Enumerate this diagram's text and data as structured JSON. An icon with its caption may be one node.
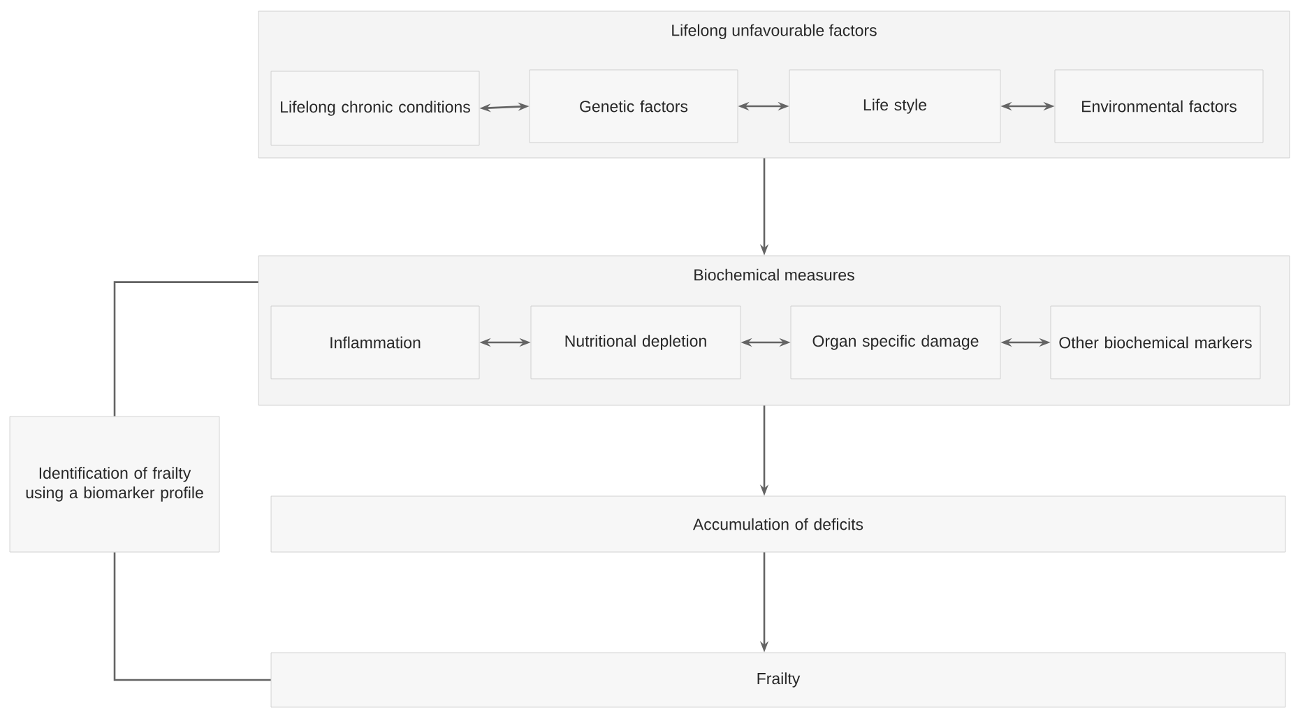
{
  "diagram": {
    "nodes": [
      {
        "text": [
          "Lifelong unfavourable factors"
        ]
      },
      {
        "text": [
          "Lifelong chronic conditions"
        ],
        "in": 0
      },
      {
        "text": [
          "Genetic factors"
        ],
        "in": 0
      },
      {
        "text": [
          "Life style"
        ],
        "in": 0
      },
      {
        "text": [
          "Environmental factors"
        ],
        "in": 0
      },
      {
        "text": [
          "Biochemical measures"
        ]
      },
      {
        "text": [
          "Inflammation"
        ],
        "in": 5
      },
      {
        "text": [
          "Nutritional depletion"
        ],
        "in": 5
      },
      {
        "text": [
          "Organ specific damage"
        ],
        "in": 5
      },
      {
        "text": [
          "Other biochemical markers"
        ],
        "in": 5
      },
      {
        "text": [
          "Identification of frailty using a biomarker profile"
        ]
      },
      {
        "text": [
          "Accumulation of deficits"
        ]
      },
      {
        "text": [
          "Frailty"
        ]
      }
    ],
    "edges": [
      {
        "from": 1,
        "to": 2,
        "arrow": "both"
      },
      {
        "from": 2,
        "to": 3,
        "arrow": "both"
      },
      {
        "from": 3,
        "to": 4,
        "arrow": "both"
      },
      {
        "from": 0,
        "to": 5,
        "arrow": "to"
      },
      {
        "from": 6,
        "to": 7,
        "arrow": "both"
      },
      {
        "from": 7,
        "to": 8,
        "arrow": "both"
      },
      {
        "from": 8,
        "to": 9,
        "arrow": "both"
      },
      {
        "from": 5,
        "to": 11,
        "arrow": "to"
      },
      {
        "from": 11,
        "to": 12,
        "arrow": "to"
      },
      {
        "from": 5,
        "to": 10,
        "arrow": "none"
      },
      {
        "from": 10,
        "to": 12,
        "arrow": "none"
      }
    ]
  }
}
